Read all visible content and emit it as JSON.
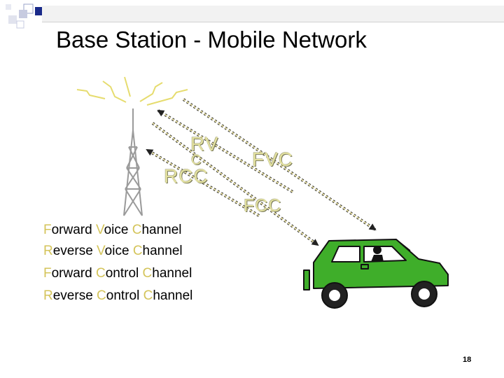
{
  "title": "Base Station - Mobile Network",
  "channels": {
    "rvc_top": "RV",
    "rvc_bottom": "C",
    "rcc": "RCC",
    "fvc": "FVC",
    "fcc": "FCC"
  },
  "legend": [
    {
      "w1_initial": "F",
      "w1_rest": "orward",
      "w2_initial": "V",
      "w2_rest": "oice",
      "w3_initial": "C",
      "w3_rest": "hannel"
    },
    {
      "w1_initial": "R",
      "w1_rest": "everse",
      "w2_initial": "V",
      "w2_rest": "oice",
      "w3_initial": "C",
      "w3_rest": "hannel"
    },
    {
      "w1_initial": "F",
      "w1_rest": "orward",
      "w2_initial": "C",
      "w2_rest": "ontrol",
      "w3_initial": "C",
      "w3_rest": "hannel"
    },
    {
      "w1_initial": "R",
      "w1_rest": "everse",
      "w2_initial": "C",
      "w2_rest": "ontrol",
      "w3_initial": "C",
      "w3_rest": "hannel"
    }
  ],
  "page_number": "18",
  "colors": {
    "car_body": "#3fae2a",
    "signal_arrows": "#e8e0a0",
    "channel_labels": "#e3e1a0",
    "initial_letters": "#d4c45a",
    "corner_squares": "#1a2a8a"
  },
  "icons": [
    "corner-squares-decoration",
    "antenna-tower-icon",
    "signal-burst-icon",
    "car-with-driver-icon"
  ]
}
